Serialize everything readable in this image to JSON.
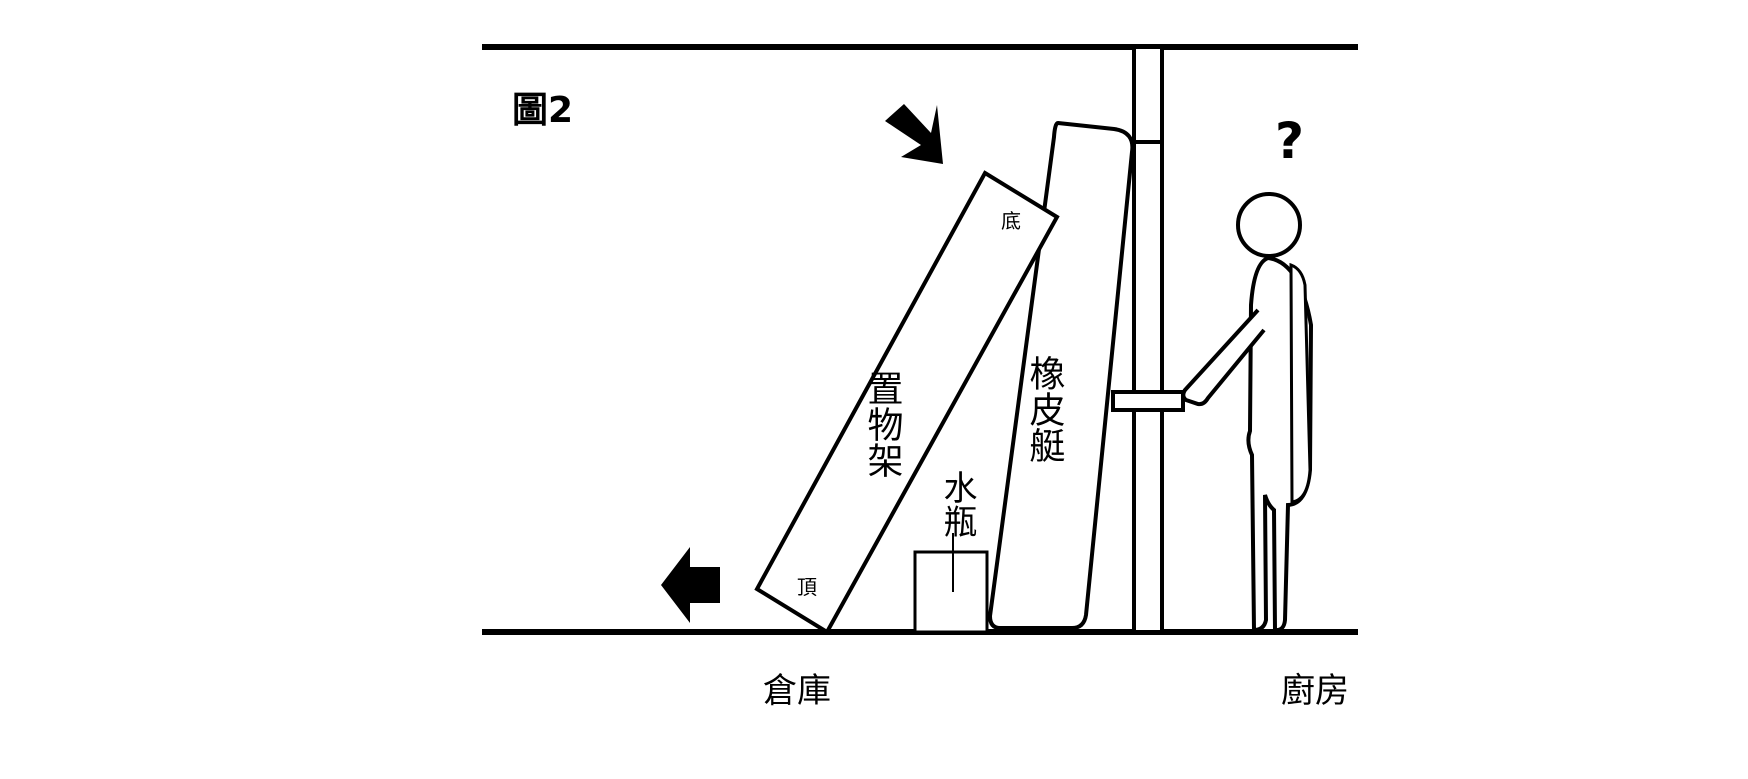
{
  "figure": {
    "title": "圖2"
  },
  "labels": {
    "shelf": "置物架",
    "shelf_bottom": "底",
    "shelf_top": "頂",
    "raft": "橡皮艇",
    "water_bottle": "水瓶",
    "question_mark": "?",
    "storage_room": "倉庫",
    "kitchen": "廚房"
  },
  "icons": {
    "down_arrow": "diagonal-arrow-icon",
    "left_arrow": "left-arrow-icon",
    "question": "question-mark-icon"
  },
  "colors": {
    "line": "#000000",
    "background": "#ffffff"
  }
}
